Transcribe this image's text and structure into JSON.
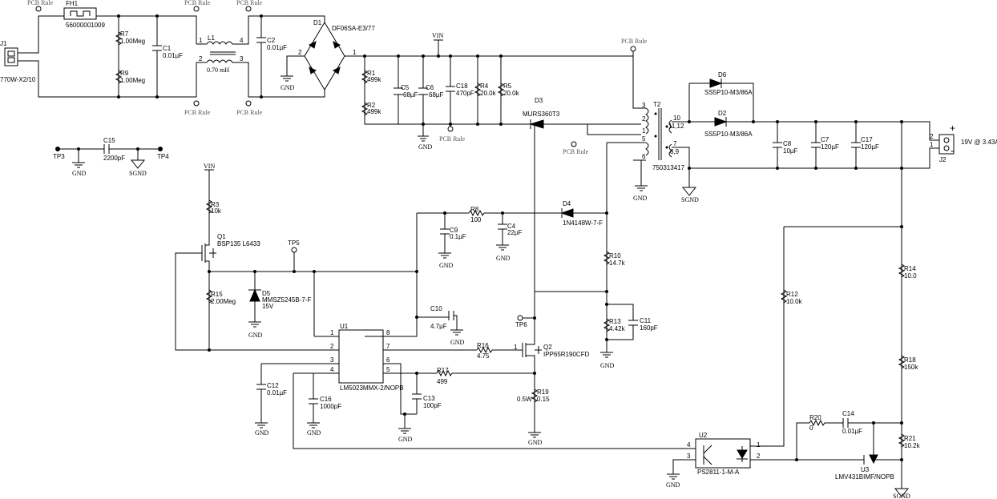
{
  "labels": {
    "j1_ref": "J1",
    "j1_val": "770W-X2/10",
    "fh1_ref": "FH1",
    "fh1_val": "56000001009",
    "r7_ref": "R7",
    "r7_val": "1.00Meg",
    "r9_ref": "R9",
    "r9_val": "1.00Meg",
    "c1_ref": "C1",
    "c1_val": "0.01µF",
    "l1_ref": "L1",
    "l1_val": "0.70 mH",
    "c2_ref": "C2",
    "c2_val": "0.01µF",
    "d1_ref": "D1",
    "d1_val": "DF06SA-E3/77",
    "r1_ref": "R1",
    "r1_val": "499k",
    "r2_ref": "R2",
    "r2_val": "499k",
    "c5_ref": "C5",
    "c5_val": "68µF",
    "c6_ref": "C6",
    "c6_val": "68µF",
    "c18_ref": "C18",
    "c18_val": "470pF",
    "r4_ref": "R4",
    "r4_val": "20.0k",
    "r5_ref": "R5",
    "r5_val": "20.0k",
    "d3_ref": "D3",
    "d3_val": "MURS360T3",
    "t2_ref": "T2",
    "t2_val": "750313417",
    "d6_ref": "D6",
    "d6_val": "SS5P10-M3/86A",
    "d2_ref": "D2",
    "d2_val": "SS5P10-M3/86A",
    "c8_ref": "C8",
    "c8_val": "10µF",
    "c7_ref": "C7",
    "c7_val": "120µF",
    "c17_ref": "C17",
    "c17_val": "120µF",
    "j2_ref": "J2",
    "output": "19V @ 3.43A",
    "tp3": "TP3",
    "tp4": "TP4",
    "tp5": "TP5",
    "tp6": "TP6",
    "c15_ref": "C15",
    "c15_val": "2200pF",
    "r3_ref": "R3",
    "r3_val": "10k",
    "q1_ref": "Q1",
    "q1_val": "BSP135 L6433",
    "r15_ref": "R15",
    "r15_val": "2.00Meg",
    "d5_ref": "D5",
    "d5_val": "MMSZ5245B-7-F",
    "d5_v": "15V",
    "r8_ref": "R8",
    "r8_val": "100",
    "c9_ref": "C9",
    "c9_val": "0.1µF",
    "c4_ref": "C4",
    "c4_val": "22µF",
    "d4_ref": "D4",
    "d4_val": "1N4148W-7-F",
    "r10_ref": "R10",
    "r10_val": "14.7k",
    "r13_ref": "R13",
    "r13_val": "4.42k",
    "c11_ref": "C11",
    "c11_val": "160pF",
    "c10_ref": "C10",
    "c10_val": "4.7µF",
    "u1_ref": "U1",
    "u1_val": "LM5023MMX-2/NOPB",
    "r16_ref": "R16",
    "r16_val": "4.75",
    "q2_ref": "Q2",
    "q2_val": "IPP65R190CFD",
    "r17_ref": "R17",
    "r17_val": "499",
    "r19_ref": "R19",
    "r19_val": "0.15",
    "r19_p": "0.5W",
    "c12_ref": "C12",
    "c12_val": "0.01µF",
    "c16_ref": "C16",
    "c16_val": "1000pF",
    "c13_ref": "C13",
    "c13_val": "100pF",
    "r12_ref": "R12",
    "r12_val": "10.0k",
    "r14_ref": "R14",
    "r14_val": "10.0",
    "r18_ref": "R18",
    "r18_val": "150k",
    "r20_ref": "R20",
    "r20_val": "0",
    "c14_ref": "C14",
    "c14_val": "0.01µF",
    "r21_ref": "R21",
    "r21_val": "10.2k",
    "u2_ref": "U2",
    "u2_val": "PS2811-1-M-A",
    "u3_ref": "U3",
    "u3_val": "LMV431BIMF/NOPB",
    "pcb_rule": "PCB Rule",
    "gnd": "GND",
    "sgnd": "SGND",
    "vin": "VIN",
    "plus": "+",
    "minus": "-"
  }
}
